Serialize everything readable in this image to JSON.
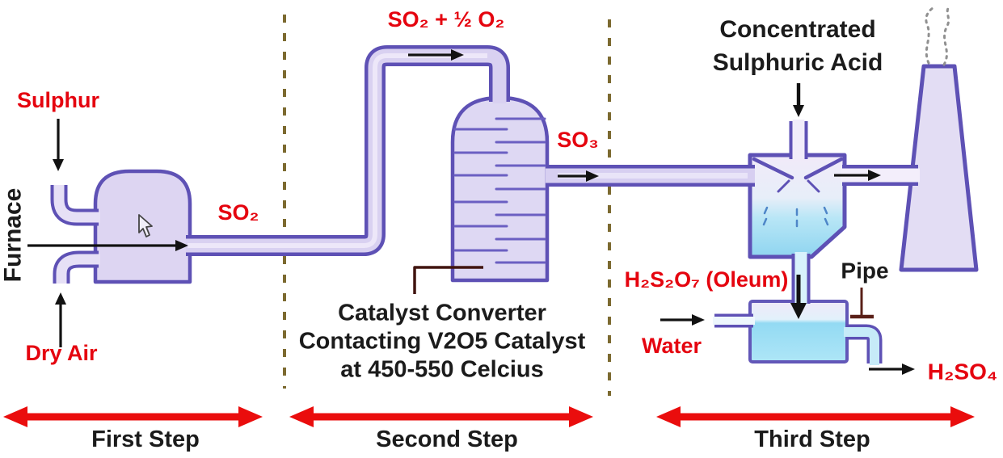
{
  "labels": {
    "sulphur": "Sulphur",
    "furnace": "Furnace",
    "dry_air": "Dry Air",
    "so2": "SO₂",
    "so2_plus_half_o2": "SO₂ + ½ O₂",
    "so3": "SO₃",
    "concentrated_acid_line1": "Concentrated",
    "concentrated_acid_line2": "Sulphuric Acid",
    "catalyst_caption_line1": "Catalyst Converter",
    "catalyst_caption_line2": "Contacting V2O5 Catalyst",
    "catalyst_caption_line3": "at 450-550 Celcius",
    "oleum": "H₂S₂O₇ (Oleum)",
    "pipe": "Pipe",
    "water": "Water",
    "h2so4": "H₂SO₄"
  },
  "steps": [
    {
      "label": "First Step"
    },
    {
      "label": "Second Step"
    },
    {
      "label": "Third Step"
    }
  ],
  "colors": {
    "label_red": "#e5040f",
    "step_arrow_red": "#ea0d0d",
    "vessel_outline": "#5e51b5",
    "vessel_fill": "#ded7f3",
    "pipe_fill": "#d9d1f1",
    "liquid_cyan": "#8fd5f0",
    "divider_olive": "#7c6a30",
    "arrow_black": "#121212",
    "callout_dark": "#40140f",
    "smoke_grey": "#909090",
    "text_black": "#1b1b1b"
  },
  "icons": {
    "smoke": "smoke-dots-icon",
    "cursor": "cursor-arrow-icon"
  }
}
